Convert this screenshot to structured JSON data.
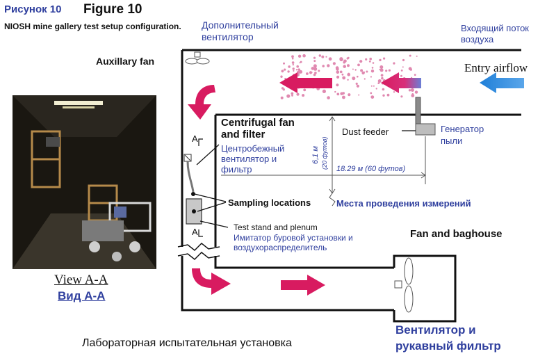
{
  "figure": {
    "label_ru": "Рисунок 10",
    "label_en": "Figure 10",
    "caption_en": "NIOSH mine gallery test setup configuration.",
    "bottom_caption_ru": "Лабораторная испытательная установка"
  },
  "photo": {
    "view_label_en": "View A-A",
    "view_label_ru": "Вид A-A"
  },
  "labels": {
    "aux_fan_en": "Auxillary fan",
    "aux_fan_ru": "Дополнительный вентилятор",
    "inflow_ru": "Входящий поток воздуха",
    "entry_airflow_en": "Entry airflow",
    "centrifugal_en": "Centrifugal fan and filter",
    "centrifugal_ru": "Центробежный вентилятор и фильтр",
    "dust_feeder_en": "Dust feeder",
    "dust_gen_ru": "Генератор пыли",
    "sampling_en": "Sampling locations",
    "sampling_ru": "Места проведения измерений",
    "test_stand_en": "Test stand and plenum",
    "test_stand_ru": "Имитатор буровой установки и воздухораспределитель",
    "fan_baghouse_en": "Fan and baghouse",
    "fan_baghouse_ru": "Вентилятор и рукавный фильтр",
    "section_a": "A"
  },
  "dimensions": {
    "height_m": "6,1 м",
    "height_ft": "(20 футов)",
    "length": "18.29 м (60 футов)"
  },
  "colors": {
    "arrow_magenta": "#d81b60",
    "arrow_blue": "#1f7fd8",
    "dust_pink": "#e089b0",
    "russian_text": "#2f3f9e"
  }
}
